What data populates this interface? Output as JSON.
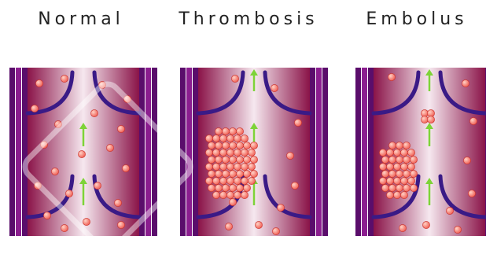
{
  "panels": [
    {
      "label": "Normal"
    },
    {
      "label": "Thrombosis"
    },
    {
      "label": "Embolus"
    }
  ],
  "colors": {
    "wall_dark": "#5a0d6b",
    "wall_mid": "#8b1d8f",
    "lumen_center": "#f6e8ef",
    "lumen_edge": "#8a1348",
    "valve": "#3a1a86",
    "cell_fill": "#f05a50",
    "cell_highlight": "#ffd2c6",
    "arrow": "#7ed338"
  }
}
